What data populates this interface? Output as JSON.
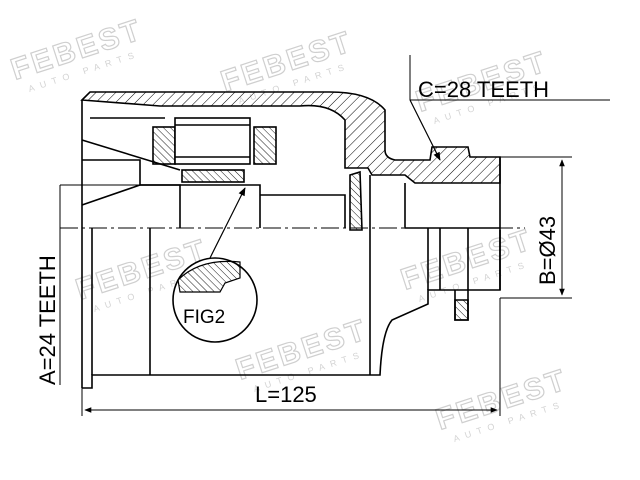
{
  "labels": {
    "teeth_c": "C=28 TEETH",
    "teeth_a": "A=24 TEETH",
    "diameter_b": "B=Ø43",
    "length_l": "L=125",
    "fig": "FIG2"
  },
  "watermark": {
    "brand": "FEBEST",
    "sub": "AUTO PARTS"
  },
  "colors": {
    "line": "#000000",
    "watermark": "#cfcfcf"
  }
}
